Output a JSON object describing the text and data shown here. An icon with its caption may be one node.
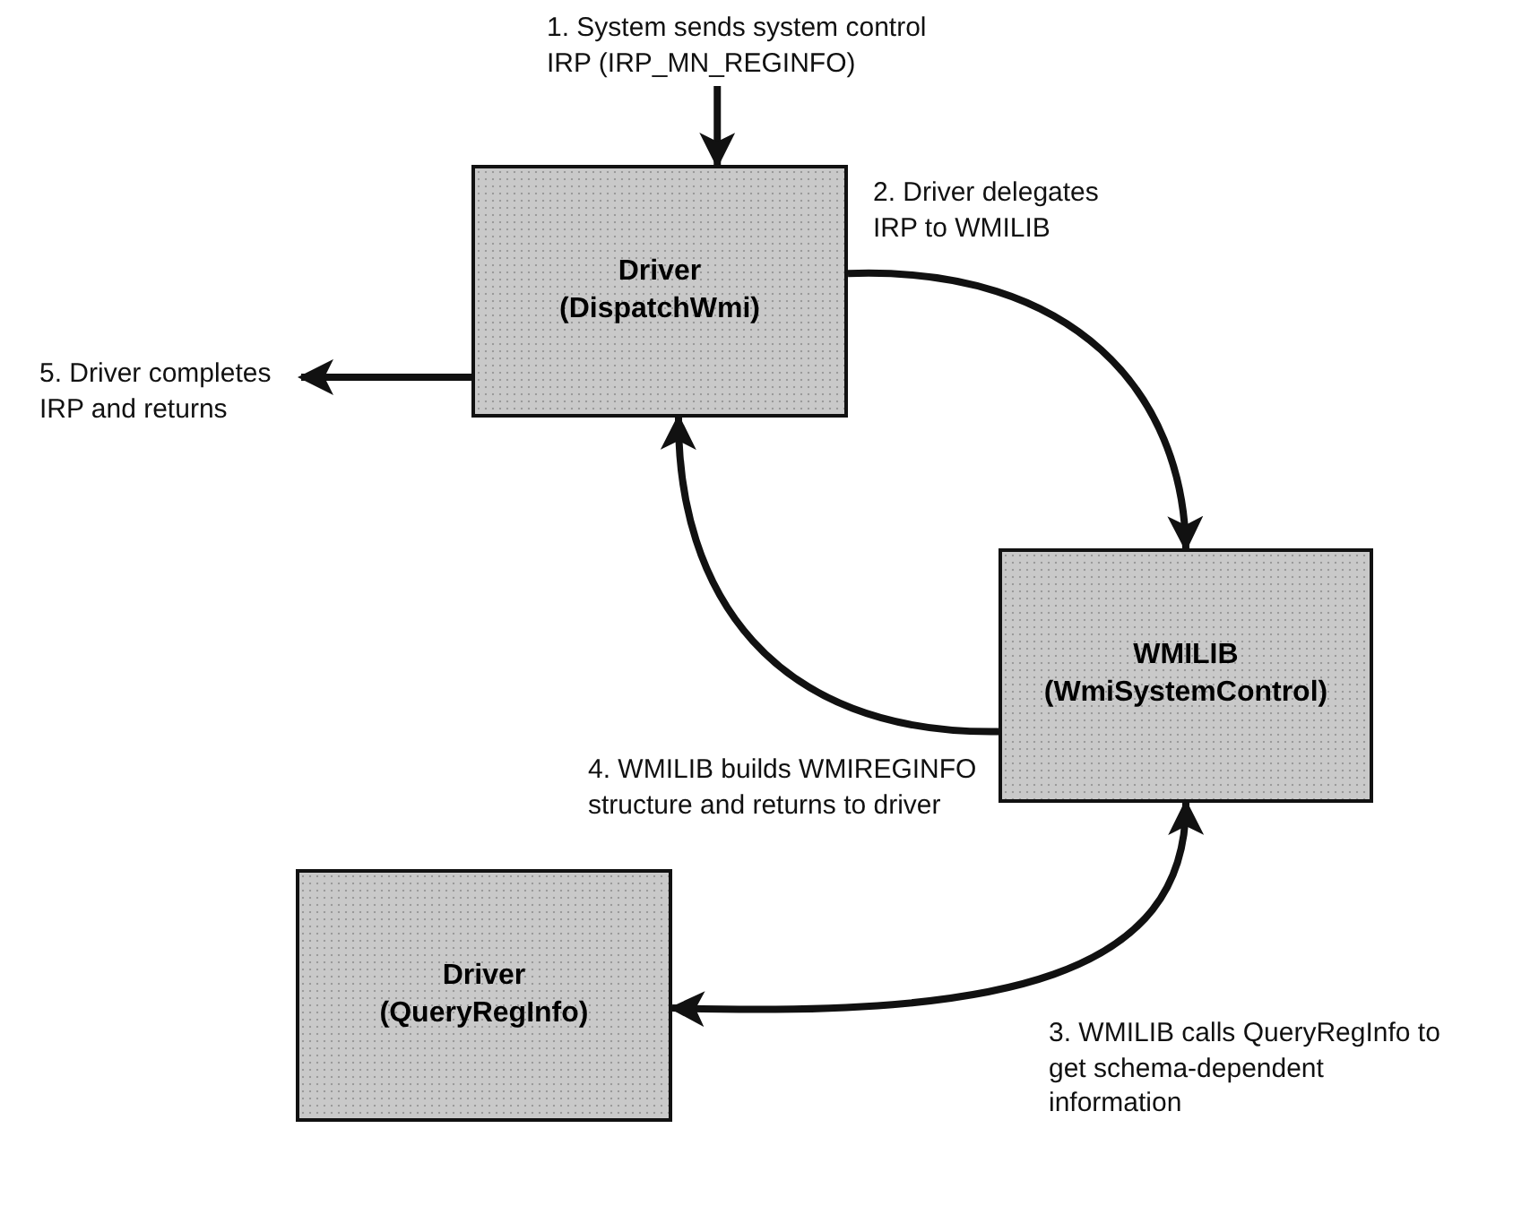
{
  "diagram": {
    "nodes": [
      {
        "text": [
          "Driver (DispatchWmi)"
        ]
      },
      {
        "text": [
          "WMILIB (WmiSystemControl)"
        ]
      },
      {
        "text": [
          "Driver (QueryRegInfo)"
        ]
      }
    ],
    "edges": [
      {
        "from": null,
        "to": 0,
        "arrow": "to",
        "label": "1. System sends system control IRP (IRP_MN_REGINFO)"
      },
      {
        "from": 0,
        "to": 1,
        "arrow": "to",
        "label": "2. Driver delegates IRP to WMILIB"
      },
      {
        "from": 1,
        "to": 2,
        "arrow": "both",
        "label": "3. WMILIB calls QueryRegInfo to get schema-dependent information"
      },
      {
        "from": 1,
        "to": 0,
        "arrow": "to",
        "label": "4. WMILIB builds WMIREGINFO structure and returns to driver"
      },
      {
        "from": 0,
        "to": null,
        "arrow": "to",
        "label": "5. Driver completes IRP and returns"
      }
    ]
  }
}
